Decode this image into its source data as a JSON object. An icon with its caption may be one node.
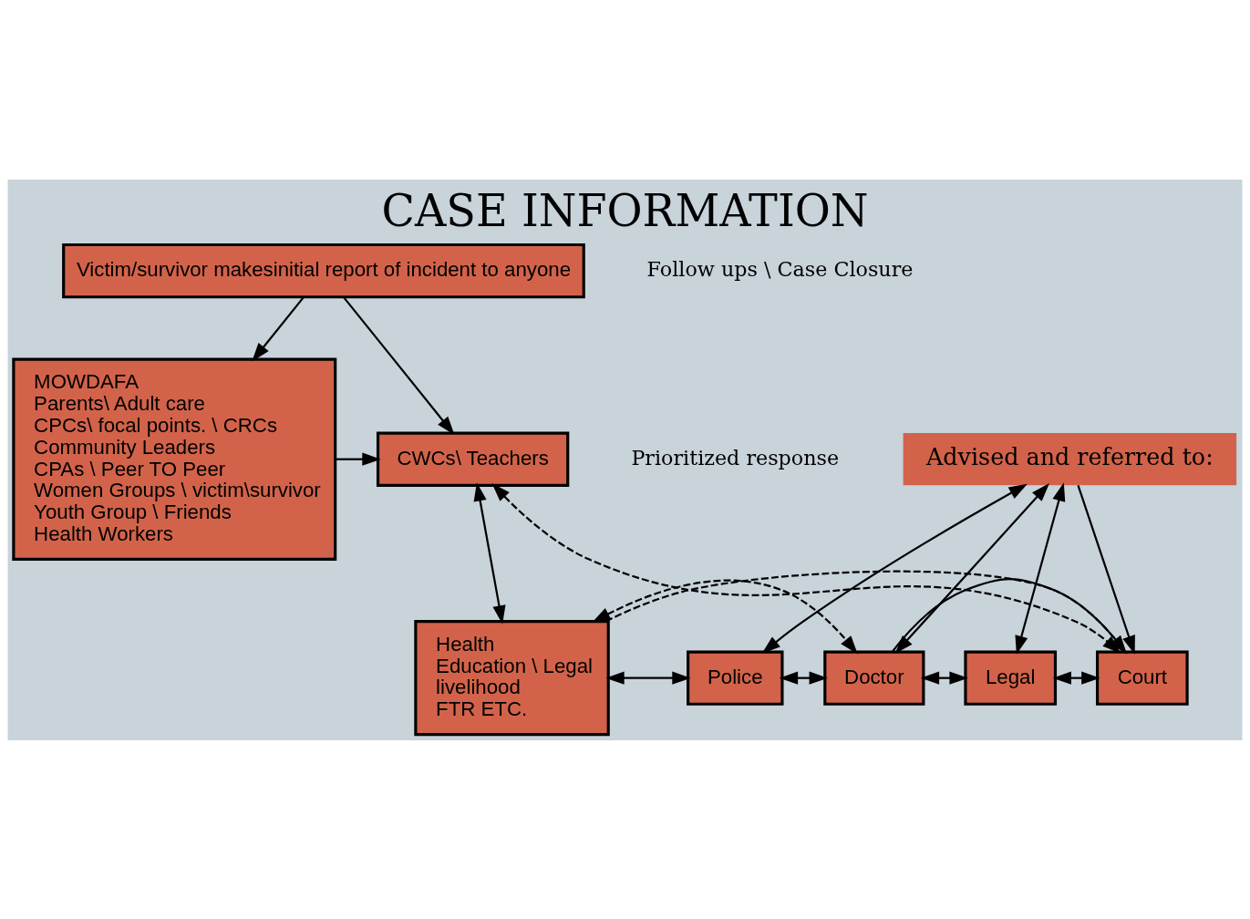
{
  "diagram": {
    "title": "CASE INFORMATION",
    "nodes": [
      {
        "text": [
          "Victim/survivor makesinitial report of incident to anyone"
        ]
      },
      {
        "text": [
          "MOWDAFA",
          "Parents\\ Adult care",
          "CPCs\\ focal points. \\ CRCs",
          "Community Leaders",
          "CPAs \\ Peer TO Peer",
          "Women Groups \\ victim\\survivor",
          "Youth Group \\ Friends",
          "Health Workers"
        ]
      },
      {
        "text": [
          "CWCs\\ Teachers"
        ]
      },
      {
        "text": [
          "Advised and referred to:"
        ]
      },
      {
        "text": [
          "Health",
          "Education \\ Legal",
          "livelihood",
          "FTR ETC."
        ]
      },
      {
        "text": [
          "Police"
        ]
      },
      {
        "text": [
          "Doctor"
        ]
      },
      {
        "text": [
          "Legal"
        ]
      },
      {
        "text": [
          "Court"
        ]
      }
    ],
    "edges": [
      {
        "from": 0,
        "to": 1,
        "arrow": "to"
      },
      {
        "from": 0,
        "to": 2,
        "arrow": "to"
      },
      {
        "from": 1,
        "to": 2,
        "arrow": "to"
      },
      {
        "from": 4,
        "to": 2,
        "arrow": "both"
      },
      {
        "from": 3,
        "to": 5,
        "arrow": "both"
      },
      {
        "from": 3,
        "to": 6,
        "arrow": "both"
      },
      {
        "from": 3,
        "to": 7,
        "arrow": "both"
      },
      {
        "from": 3,
        "to": 8,
        "arrow": "to"
      },
      {
        "from": 6,
        "to": 8,
        "arrow": "to"
      },
      {
        "from": 4,
        "to": 5,
        "arrow": "both"
      },
      {
        "from": 5,
        "to": 6,
        "arrow": "both"
      },
      {
        "from": 6,
        "to": 7,
        "arrow": "both"
      },
      {
        "from": 7,
        "to": 8,
        "arrow": "both"
      },
      {
        "from": 4,
        "to": 6,
        "arrow": "both",
        "style": "dashed"
      },
      {
        "from": 4,
        "to": 8,
        "arrow": "to",
        "style": "dashed"
      },
      {
        "from": 2,
        "to": 8,
        "arrow": "both",
        "style": "dashed"
      }
    ],
    "labels": [
      "Prioritized response",
      "Follow ups \\ Case Closure"
    ]
  }
}
